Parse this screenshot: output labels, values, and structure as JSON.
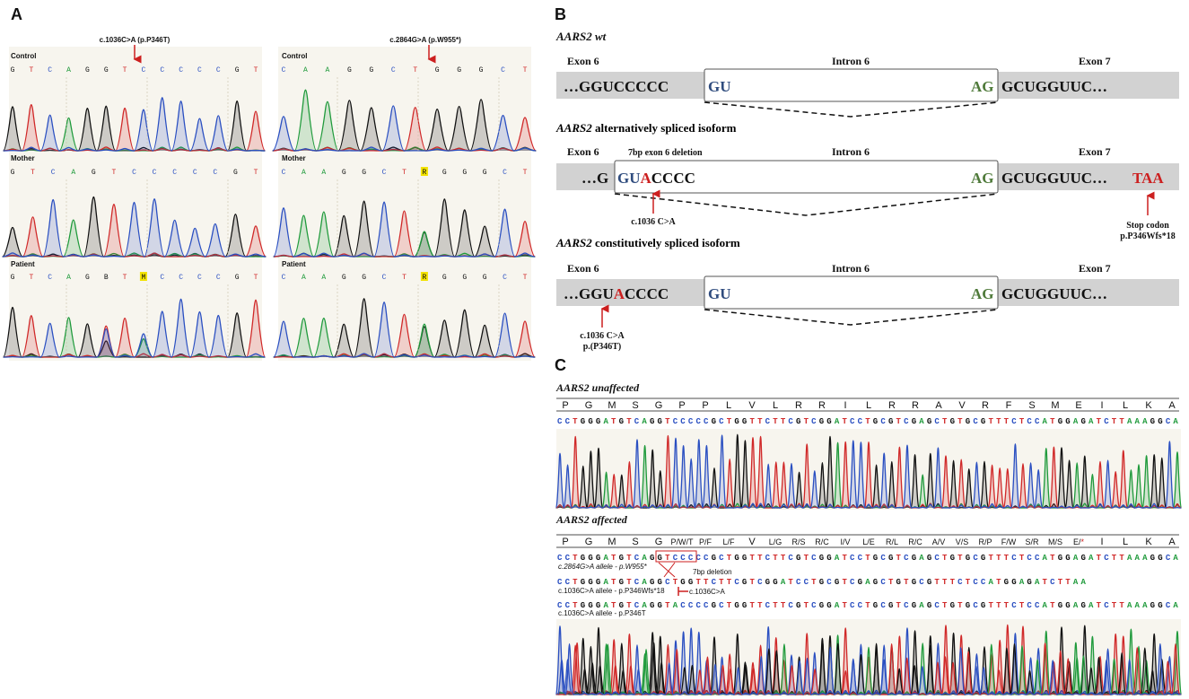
{
  "colors": {
    "A": "#1f9a3b",
    "C": "#2a4fc1",
    "G": "#111111",
    "T": "#d02828",
    "accent_red": "#cc1f1f",
    "intron_blue": "#2f4c7e",
    "intron_green": "#4f7a3a",
    "exon_gray": "#d2d2d2"
  },
  "panel_a": {
    "letter": "A",
    "left": {
      "mutation_label": "c.1036C>A (p.P346T)",
      "tracks": [
        {
          "label": "Control",
          "bases": [
            "G",
            "T",
            "C",
            "A",
            "G",
            "G",
            "T",
            "C",
            "C",
            "C",
            "C",
            "C",
            "G",
            "T"
          ]
        },
        {
          "label": "Mother",
          "bases": [
            "G",
            "T",
            "C",
            "A",
            "G",
            "T",
            "C",
            "C",
            "C",
            "C",
            "C",
            "G",
            "T"
          ]
        },
        {
          "label": "Patient",
          "bases": [
            "G",
            "T",
            "C",
            "A",
            "G",
            "B",
            "T",
            "M",
            "C",
            "C",
            "C",
            "C",
            "G",
            "T"
          ]
        }
      ]
    },
    "right": {
      "mutation_label": "c.2864G>A (p.W955*)",
      "tracks": [
        {
          "label": "Control",
          "bases": [
            "C",
            "A",
            "A",
            "G",
            "G",
            "C",
            "T",
            "G",
            "G",
            "G",
            "C",
            "T"
          ]
        },
        {
          "label": "Mother",
          "bases": [
            "C",
            "A",
            "A",
            "G",
            "G",
            "C",
            "T",
            "R",
            "G",
            "G",
            "G",
            "C",
            "T"
          ]
        },
        {
          "label": "Patient",
          "bases": [
            "C",
            "A",
            "A",
            "G",
            "G",
            "C",
            "T",
            "R",
            "G",
            "G",
            "G",
            "C",
            "T"
          ]
        }
      ]
    }
  },
  "panel_b": {
    "letter": "B",
    "wt": {
      "title": "AARS2 wt",
      "exon6": "Exon 6",
      "intron": "Intron 6",
      "exon7": "Exon 7",
      "left_seq": "…GGUCCCCC",
      "gu": "GU",
      "ag": "AG",
      "right_seq": "GCUGGUUC…"
    },
    "alt": {
      "title_prefix": "AARS2",
      "title_rest": " alternatively spliced isoform",
      "exon6": "Exon 6",
      "intron": "Intron 6",
      "exon7": "Exon 7",
      "deletion_label": "7bp exon 6 deletion",
      "left_seq": "…G",
      "gu": "GU",
      "mut": "A",
      "cccc": "CCCC",
      "ag": "AG",
      "right_seq": "GCUGGUUC…",
      "stop": "TAA",
      "mutation_label": "c.1036 C>A",
      "stop_label_1": "Stop codon",
      "stop_label_2": "p.P346Wfs*18"
    },
    "const": {
      "title_prefix": "AARS2",
      "title_rest": " constitutively spliced isoform",
      "exon6": "Exon 6",
      "intron": "Intron 6",
      "exon7": "Exon 7",
      "left_seq_a": "…GGU",
      "mut": "A",
      "left_seq_b": "CCCC",
      "gu": "GU",
      "ag": "AG",
      "right_seq": "GCUGGUUC…",
      "mutation_label_1": "c.1036 C>A",
      "mutation_label_2": "p.(P346T)"
    }
  },
  "panel_c": {
    "letter": "C",
    "unaffected": {
      "title": "AARS2 unaffected",
      "aa": [
        "P",
        "G",
        "M",
        "S",
        "G",
        "P",
        "P",
        "L",
        "V",
        "L",
        "R",
        "R",
        "I",
        "L",
        "R",
        "R",
        "A",
        "V",
        "R",
        "F",
        "S",
        "M",
        "E",
        "I",
        "L",
        "K",
        "A"
      ],
      "seq": "CCTGGGATGTCAGGTCCCCCGCTGGTTCTTCGTCGGATCCTGCGTCGAGCTGTGCGTTTCTCCATGGAGATCTTAAAGGCA"
    },
    "affected": {
      "title": "AARS2 affected",
      "aa": [
        "P",
        "G",
        "M",
        "S",
        "G",
        "P/W/T",
        "P/F",
        "L/F",
        "V",
        "L/G",
        "R/S",
        "R/C",
        "I/V",
        "L/E",
        "R/L",
        "R/C",
        "A/V",
        "V/S",
        "R/P",
        "F/W",
        "S/R",
        "M/S",
        "E/*",
        "I",
        "L",
        "K",
        "A"
      ],
      "seq1": "CCTGGGATGTCAGGTCCCCCGCTGGTTCTTCGTCGGATCCTGCGTCGAGCTGTGCGTTTCTCCATGGAGATCTTAAAGGCA",
      "seq1_label": "c.2864G>A allele - p.W955*",
      "deletion_label": "7bp deletion",
      "seq2": "CCTGGGATGTCAGGCTGGTTCTTCGTCGGATCCTGCGTCGAGCTGTGCGTTTCTCCATGGAGATCTTAA",
      "seq2_label": "c.1036C>A allele - p.P346Wfs*18",
      "arrow_label": "c.1036C>A",
      "seq3": "CCTGGGATGTCAGGTACCCCGCTGGTTCTTCGTCGGATCCTGCGTCGAGCTGTGCGTTTCTCCATGGAGATCTTAAAGGCA",
      "seq3_label": "c.1036C>A allele - p.P346T"
    }
  }
}
